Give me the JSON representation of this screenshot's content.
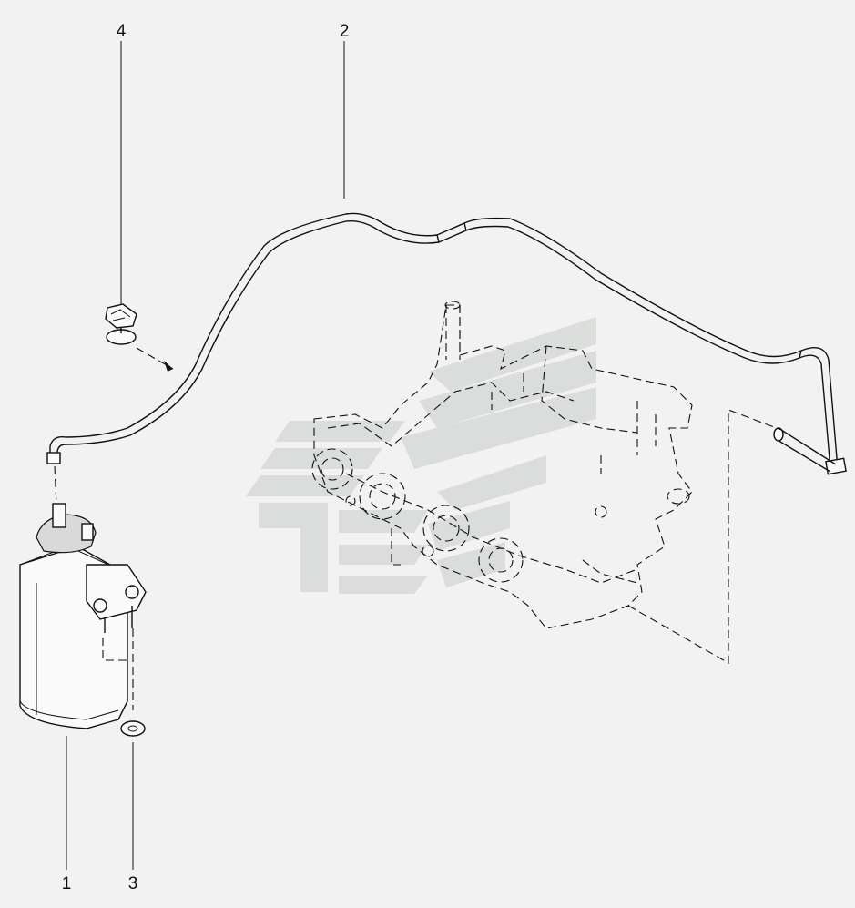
{
  "callouts": [
    {
      "id": "1",
      "label": "1"
    },
    {
      "id": "2",
      "label": "2"
    },
    {
      "id": "3",
      "label": "3"
    },
    {
      "id": "4",
      "label": "4"
    }
  ],
  "colors": {
    "background": "#f2f2f2",
    "line": "#111111",
    "watermark": "#c8cdc9"
  }
}
